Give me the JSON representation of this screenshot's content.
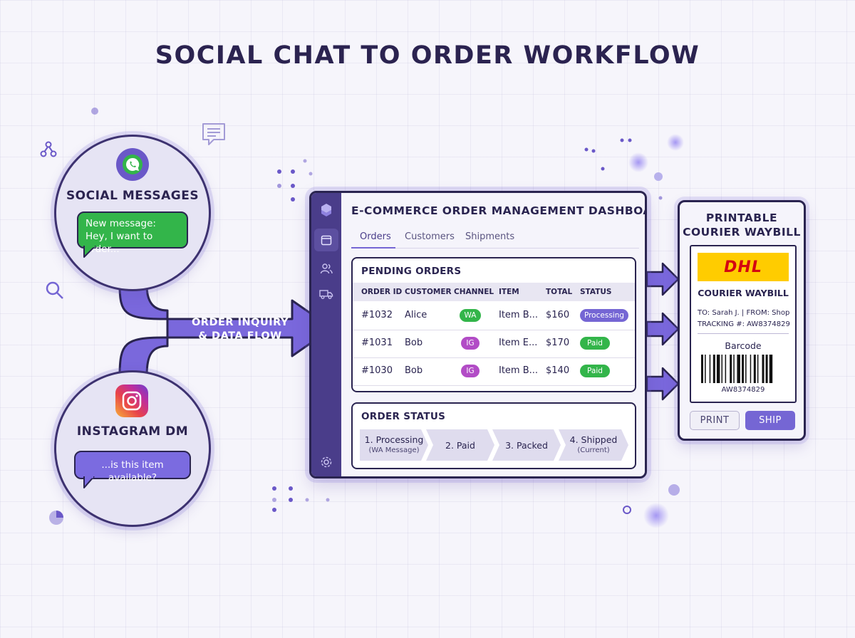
{
  "title": "SOCIAL CHAT TO ORDER WORKFLOW",
  "colors": {
    "accent": "#7566d4",
    "whatsapp": "#33b54a",
    "instagram": "#b24cc6",
    "dark": "#2a2450",
    "dhl_yellow": "#ffcc00",
    "dhl_red": "#d40511"
  },
  "social": {
    "label": "SOCIAL MESSAGES",
    "icon": "whatsapp-icon",
    "bubble_line1": "New message:",
    "bubble_line2": "Hey, I want to order..."
  },
  "instagram": {
    "label": "INSTAGRAM DM",
    "icon": "instagram-icon",
    "bubble": "...is this item available?"
  },
  "flow": {
    "line1": "ORDER INQUIRY",
    "line2": "& DATA FLOW"
  },
  "dashboard": {
    "title": "E-COMMERCE ORDER MANAGEMENT DASHBOARD",
    "sidebar_icons": [
      "logo-icon",
      "calendar-icon",
      "users-icon",
      "truck-icon",
      "settings-icon"
    ],
    "tabs": [
      {
        "label": "Orders",
        "active": true
      },
      {
        "label": "Customers"
      },
      {
        "label": "Shipments"
      }
    ],
    "pending": {
      "title": "PENDING ORDERS",
      "columns": [
        "ORDER ID",
        "CUSTOMER",
        "CHANNEL",
        "ITEM",
        "TOTAL",
        "STATUS"
      ],
      "rows": [
        {
          "id": "#1032",
          "customer": "Alice",
          "channel": "WA",
          "item": "Item B...",
          "total": "$160",
          "status": "Processing"
        },
        {
          "id": "#1031",
          "customer": "Bob",
          "channel": "IG",
          "item": "Item E...",
          "total": "$170",
          "status": "Paid"
        },
        {
          "id": "#1030",
          "customer": "Bob",
          "channel": "IG",
          "item": "Item B...",
          "total": "$140",
          "status": "Paid"
        }
      ]
    },
    "order_status": {
      "title": "ORDER STATUS",
      "steps": [
        {
          "label": "1. Processing",
          "sub": "(WA Message)"
        },
        {
          "label": "2. Paid",
          "sub": ""
        },
        {
          "label": "3. Packed",
          "sub": ""
        },
        {
          "label": "4. Shipped",
          "sub": "(Current)"
        }
      ]
    }
  },
  "waybill": {
    "title_line1": "PRINTABLE",
    "title_line2": "COURIER WAYBILL",
    "logo_text": "DHL",
    "subtitle": "COURIER WAYBILL",
    "to_from": "TO: Sarah J. | FROM: Shop",
    "tracking": "TRACKING #: AW8374829",
    "barcode_label": "Barcode",
    "barcode_number": "AW8374829",
    "print_label": "PRINT",
    "ship_label": "SHIP"
  }
}
